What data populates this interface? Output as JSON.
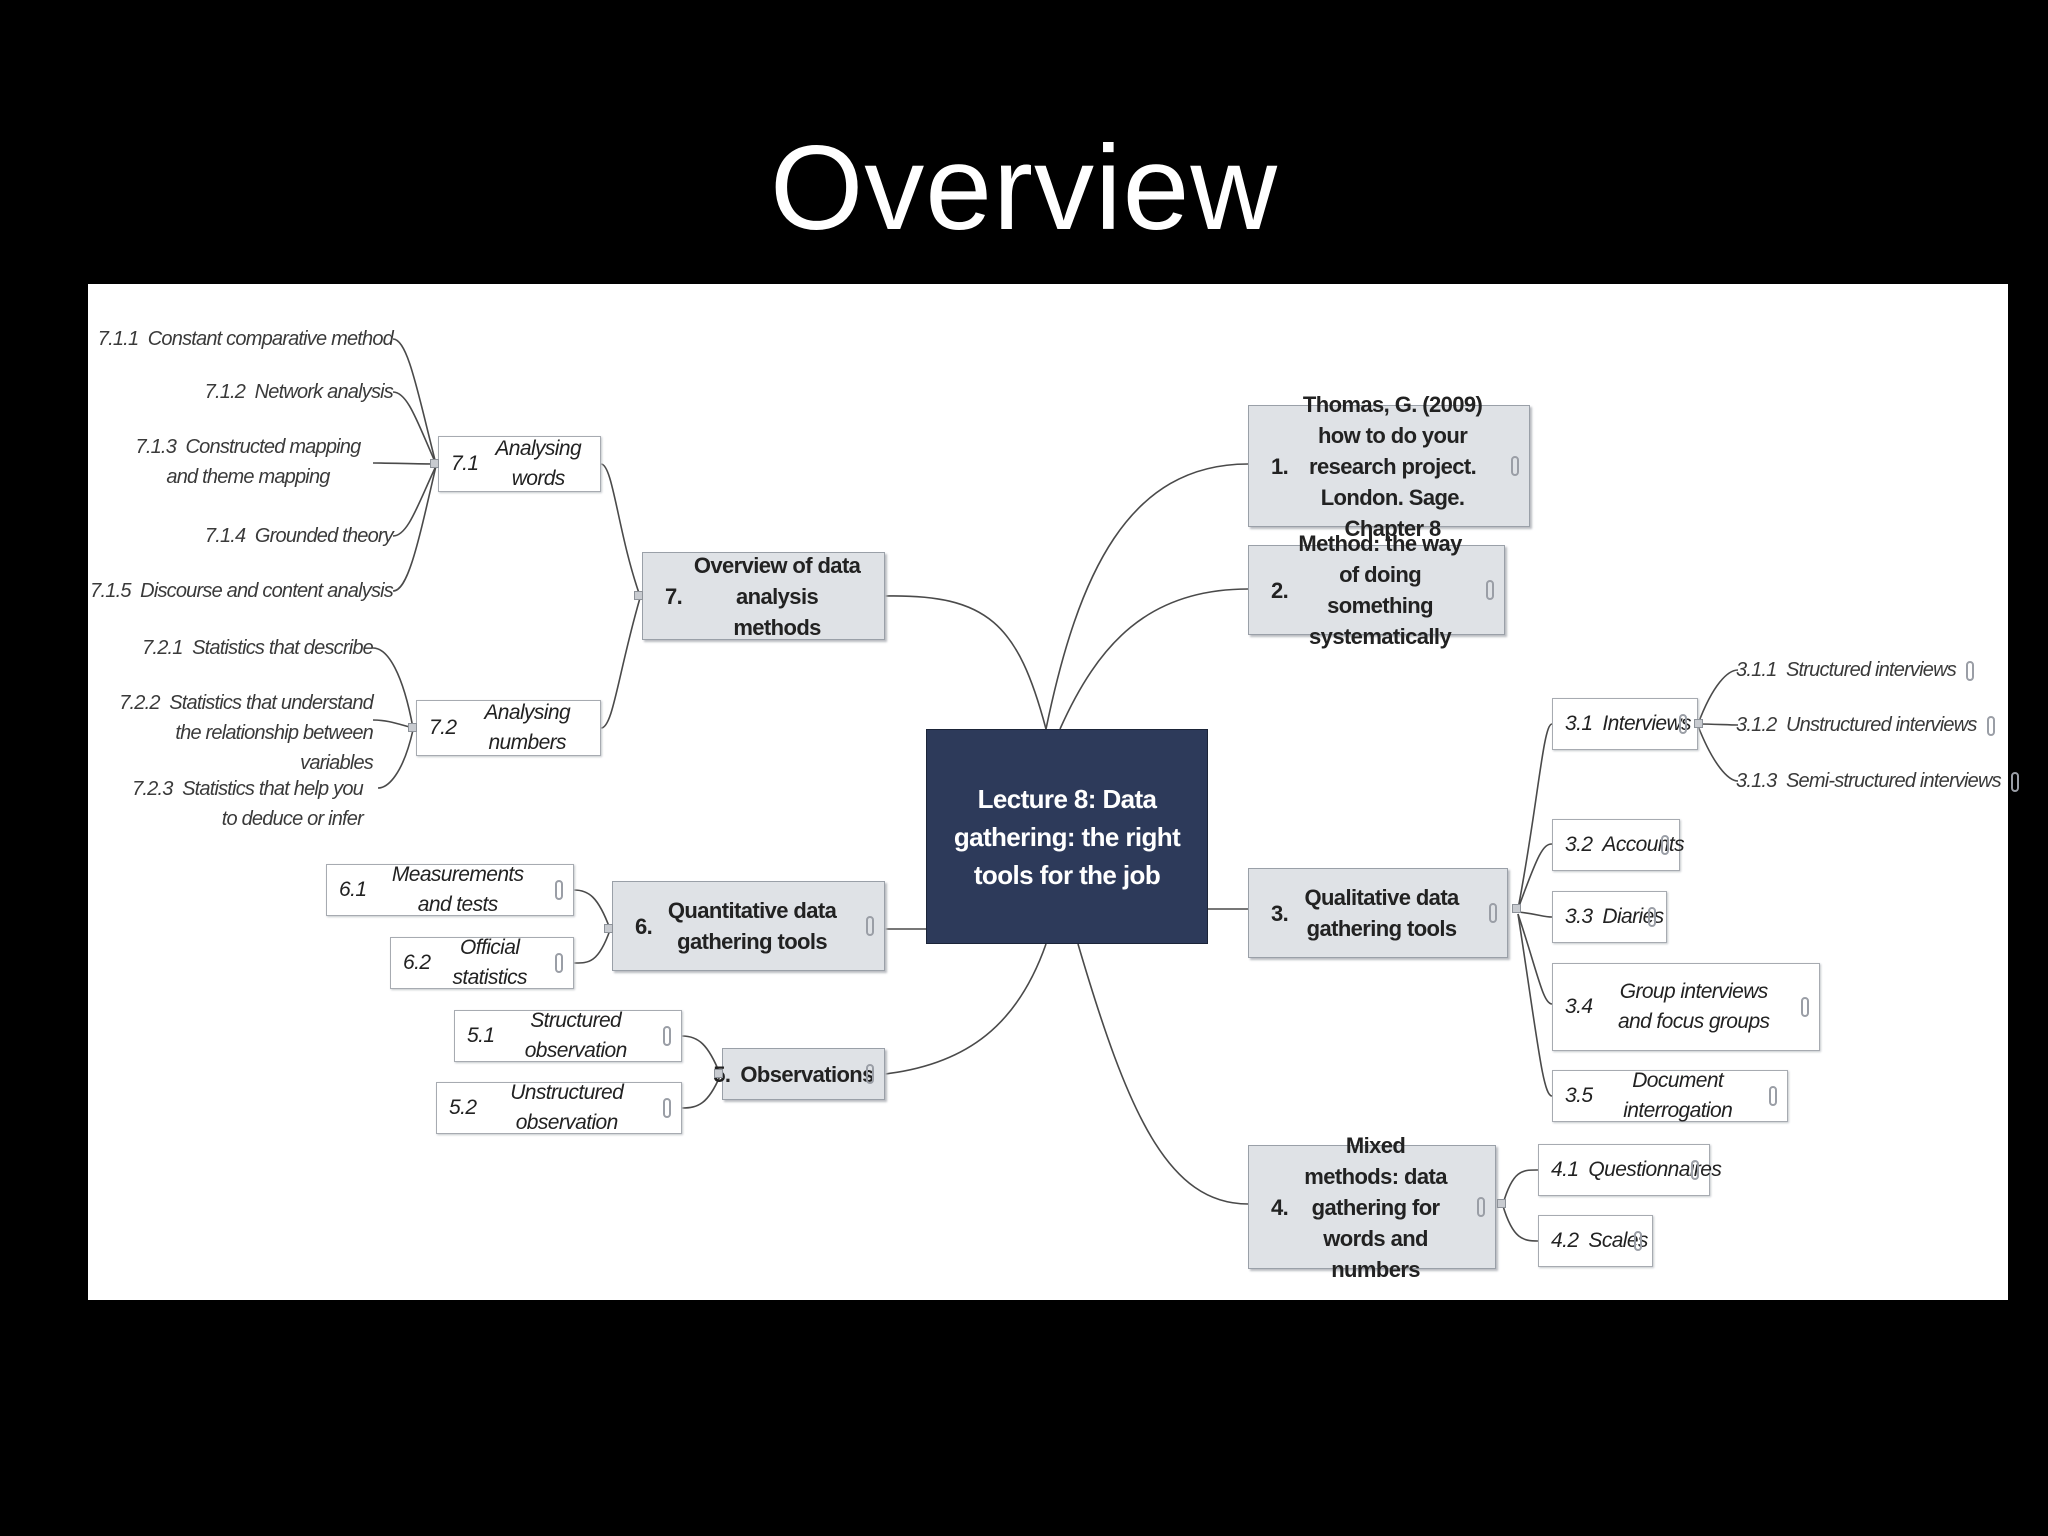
{
  "slide": {
    "title": "Overview"
  },
  "center": {
    "label": "Lecture 8: Data gathering: the right tools for the job"
  },
  "topics": [
    {
      "id": "t1",
      "number": "1.",
      "label": "Thomas, G. (2009) how to do your research project. London. Sage. Chapter 8",
      "attachment": true
    },
    {
      "id": "t2",
      "number": "2.",
      "label": "Method: the way of doing something systematically",
      "attachment": true
    },
    {
      "id": "t3",
      "number": "3.",
      "label": "Qualitative data gathering tools",
      "attachment": true
    },
    {
      "id": "t4",
      "number": "4.",
      "label": "Mixed methods: data gathering for words and numbers",
      "attachment": true
    },
    {
      "id": "t5",
      "number": "5.",
      "label": "Observations",
      "attachment": true
    },
    {
      "id": "t6",
      "number": "6.",
      "label": "Quantitative data gathering tools",
      "attachment": true
    },
    {
      "id": "t7",
      "number": "7.",
      "label": "Overview of data analysis methods",
      "attachment": false
    }
  ],
  "subtopics": {
    "s31": {
      "number": "3.1",
      "label": "Interviews"
    },
    "s32": {
      "number": "3.2",
      "label": "Accounts"
    },
    "s33": {
      "number": "3.3",
      "label": "Diaries"
    },
    "s34": {
      "number": "3.4",
      "label": "Group interviews and focus groups"
    },
    "s35": {
      "number": "3.5",
      "label": "Document interrogation"
    },
    "s41": {
      "number": "4.1",
      "label": "Questionnaires"
    },
    "s42": {
      "number": "4.2",
      "label": "Scales"
    },
    "s51": {
      "number": "5.1",
      "label": "Structured observation"
    },
    "s52": {
      "number": "5.2",
      "label": "Unstructured observation"
    },
    "s61": {
      "number": "6.1",
      "label": "Measurements and tests"
    },
    "s62": {
      "number": "6.2",
      "label": "Official statistics"
    },
    "s71": {
      "number": "7.1",
      "label": "Analysing words"
    },
    "s72": {
      "number": "7.2",
      "label": "Analysing numbers"
    }
  },
  "leaves": {
    "l311": {
      "number": "3.1.1",
      "label": "Structured interviews"
    },
    "l312": {
      "number": "3.1.2",
      "label": "Unstructured interviews"
    },
    "l313": {
      "number": "3.1.3",
      "label": "Semi-structured interviews"
    },
    "l711": {
      "number": "7.1.1",
      "label": "Constant comparative method"
    },
    "l712": {
      "number": "7.1.2",
      "label": "Network analysis"
    },
    "l713": {
      "number": "7.1.3",
      "label": "Constructed mapping and theme mapping"
    },
    "l714": {
      "number": "7.1.4",
      "label": "Grounded theory"
    },
    "l715": {
      "number": "7.1.5",
      "label": "Discourse and content analysis"
    },
    "l721": {
      "number": "7.2.1",
      "label": "Statistics that describe"
    },
    "l722": {
      "number": "7.2.2",
      "label": "Statistics that understand the relationship between variables"
    },
    "l723": {
      "number": "7.2.3",
      "label": "Statistics that help you to deduce or infer"
    }
  }
}
